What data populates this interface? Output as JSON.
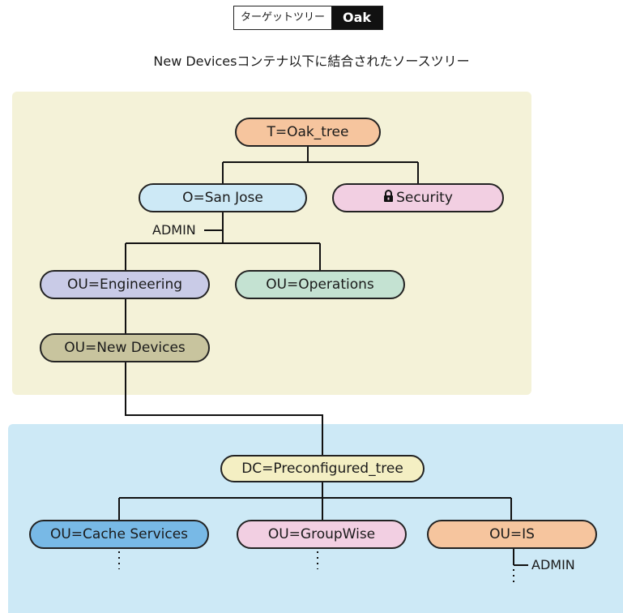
{
  "header": {
    "target_tree_label": "ターゲットツリー",
    "target_tree_name": "Oak",
    "subtitle": "New Devicesコンテナ以下に結合されたソースツリー"
  },
  "target_tree": {
    "root": {
      "label": "T=Oak_tree",
      "color": "#f6c59e"
    },
    "org": {
      "label": "O=San Jose",
      "color": "#cde9f6"
    },
    "security": {
      "label": "Security",
      "icon": "lock-icon",
      "color": "#f2cfe2"
    },
    "admin_label": "ADMIN",
    "engineering": {
      "label": "OU=Engineering",
      "color": "#c9cbe7"
    },
    "operations": {
      "label": "OU=Operations",
      "color": "#c4e2d2"
    },
    "new_devices": {
      "label": "OU=New Devices",
      "color": "#c8c49e"
    },
    "panel_color": "#f4f2d8"
  },
  "source_tree": {
    "root": {
      "label": "DC=Preconfigured_tree",
      "color": "#f4efc3"
    },
    "cache_services": {
      "label": "OU=Cache Services",
      "color": "#78b9e6"
    },
    "groupwise": {
      "label": "OU=GroupWise",
      "color": "#f2cfe2"
    },
    "is": {
      "label": "OU=IS",
      "color": "#f6c59e"
    },
    "admin_label": "ADMIN",
    "panel_color": "#cde9f6"
  }
}
